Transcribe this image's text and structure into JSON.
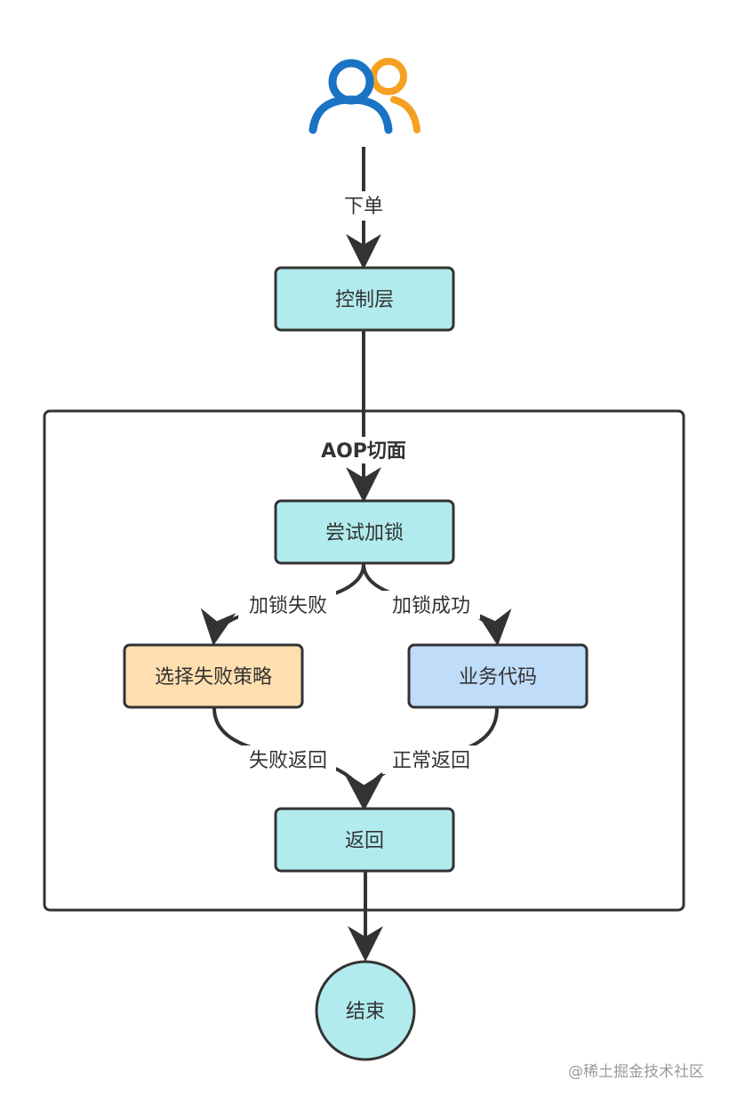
{
  "diagram": {
    "group": {
      "title": "AOP切面"
    },
    "nodes": {
      "controller": "控制层",
      "try_lock": "尝试加锁",
      "fail_strategy": "选择失败策略",
      "business": "业务代码",
      "return": "返回",
      "end": "结束"
    },
    "edges": {
      "order": "下单",
      "lock_fail": "加锁失败",
      "lock_success": "加锁成功",
      "fail_return": "失败返回",
      "normal_return": "正常返回"
    },
    "colors": {
      "node_teal": "#b2ebee",
      "node_orange": "#ffdfb0",
      "node_blue": "#bfdcf9",
      "stroke": "#333333",
      "user_blue": "#1a73c4",
      "user_orange": "#f5a020"
    },
    "icons": {
      "start": "user-group-icon"
    }
  },
  "watermark": "@稀土掘金技术社区"
}
